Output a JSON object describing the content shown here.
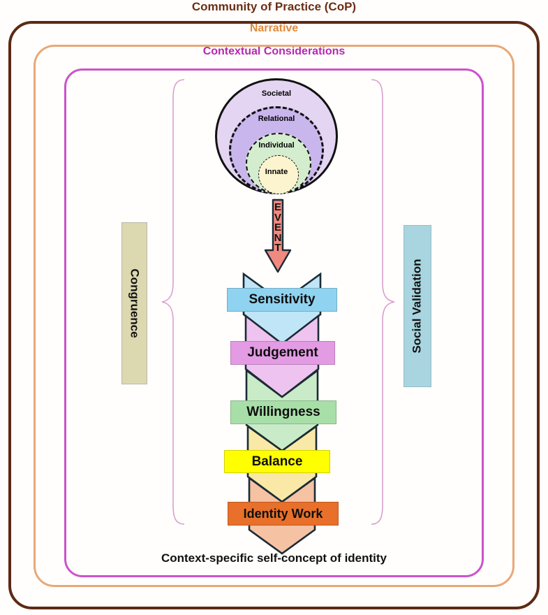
{
  "frames": {
    "outer": {
      "label": "Community of Practice (CoP)",
      "color": "#6B2E16"
    },
    "middle": {
      "label": "Narrative",
      "color": "#E08A3C"
    },
    "inner": {
      "label": "Contextual Considerations",
      "color": "#B427B4"
    }
  },
  "circles": {
    "items": [
      {
        "label": "Societal",
        "fill": "#E4D5F2",
        "stroke": "solid"
      },
      {
        "label": "Relational",
        "fill": "#C9B6EC",
        "stroke": "dashed"
      },
      {
        "label": "Individual",
        "fill": "#D3EDCE",
        "stroke": "dashed"
      },
      {
        "label": "Innate",
        "fill": "#FBF4CF",
        "stroke": "dashed"
      }
    ]
  },
  "event": {
    "label": "EVENT",
    "letters": "E\nV\nE\nN\nT",
    "fill": "#F08A80"
  },
  "pipeline": {
    "stages": [
      {
        "label": "Sensitivity",
        "bar_color": "#8FD3F0",
        "arrow_color": "#BFE5F6"
      },
      {
        "label": "Judgement",
        "bar_color": "#E39BE3",
        "arrow_color": "#EFC3EF"
      },
      {
        "label": "Willingness",
        "bar_color": "#A8DFA8",
        "arrow_color": "#C9EBC7"
      },
      {
        "label": "Balance",
        "bar_color": "#FFFF00",
        "arrow_color": "#FAE9A6"
      },
      {
        "label": "Identity Work",
        "bar_color": "#E8702A",
        "arrow_color": "#F6C2A4"
      }
    ]
  },
  "side_labels": {
    "left": {
      "label": "Congruence",
      "color": "#DCD8B0"
    },
    "right": {
      "label": "Social Validation",
      "color": "#A8D5DF"
    }
  },
  "braces": {
    "color": "#D9A0CE"
  },
  "caption": {
    "text": "Context-specific self-concept of identity"
  }
}
